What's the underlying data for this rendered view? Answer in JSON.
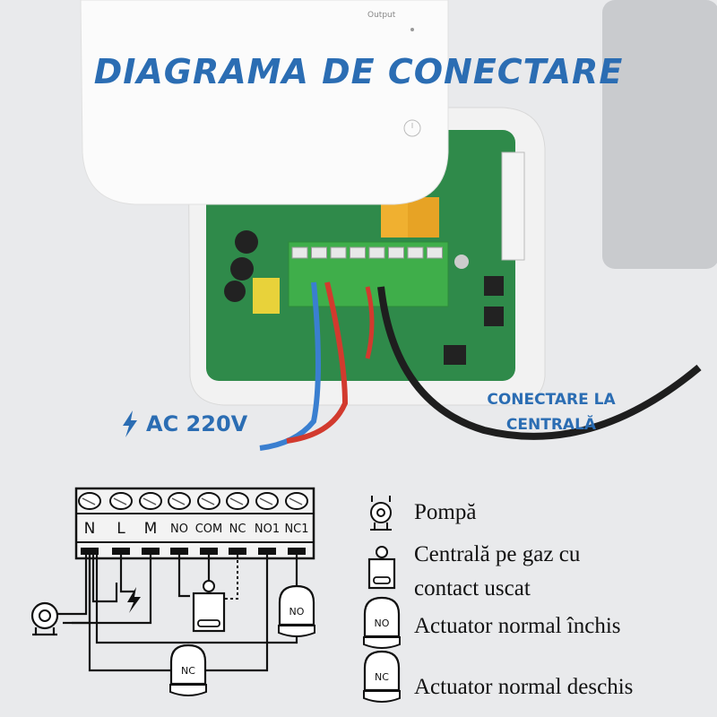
{
  "title": "DIAGRAMA DE CONECTARE",
  "device": {
    "output_label": "Output",
    "power_icon": "power-icon"
  },
  "annotations": {
    "ac_label": "AC 220V",
    "ac_icon": "lightning-icon",
    "boiler_connection": [
      "CONECTARE LA",
      "CENTRALĂ"
    ]
  },
  "terminals": [
    "N",
    "L",
    "M",
    "NO",
    "COM",
    "NC",
    "NO1",
    "NC1"
  ],
  "diagram": {
    "actuator_no": "NO",
    "actuator_nc": "NC"
  },
  "legend": [
    {
      "icon": "pump-icon",
      "lines": [
        "Pompă"
      ]
    },
    {
      "icon": "gas-boiler-icon",
      "lines": [
        "Centrală pe gaz cu",
        "contact uscat"
      ]
    },
    {
      "icon": "actuator-no-icon",
      "badge": "NO",
      "lines": [
        "Actuator normal închis"
      ]
    },
    {
      "icon": "actuator-nc-icon",
      "badge": "NC",
      "lines": [
        "Actuator normal deschis"
      ]
    }
  ],
  "colors": {
    "title": "#2b6db3",
    "pcb": "#2f8a4a",
    "terminal_block": "#3fae4a",
    "wire_blue": "#3a7fd0",
    "wire_red": "#d23a2e"
  }
}
